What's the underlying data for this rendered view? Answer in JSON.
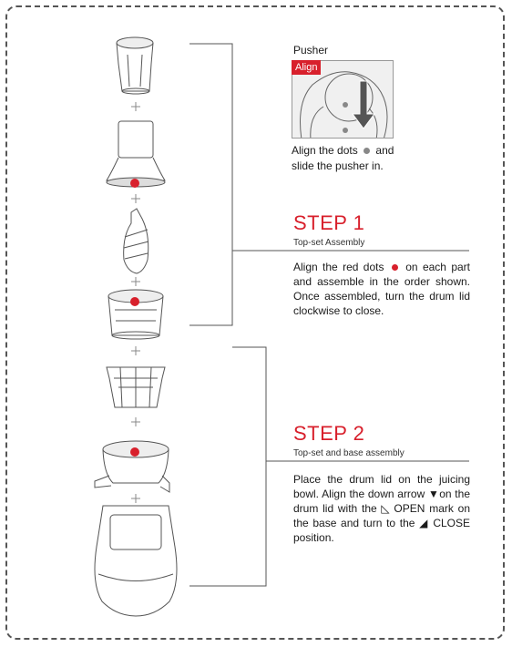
{
  "pusher": {
    "label": "Pusher",
    "align_tag": "Align",
    "caption_part1": "Align the dots",
    "caption_part2": "and slide the pusher in."
  },
  "step1": {
    "title": "STEP 1",
    "subtitle": "Top-set Assembly",
    "body_part1": "Align the red dots",
    "body_part2": "on each part and assemble in the order shown. Once assembled, turn the drum lid clockwise to close."
  },
  "step2": {
    "title": "STEP 2",
    "subtitle": "Top-set and base assembly",
    "body": "Place the drum lid on the juicing bowl. Align the down arrow ▼on the drum lid with the ◺ OPEN mark on the base and turn to the ◢ CLOSE position."
  },
  "plus_sign": "+",
  "colors": {
    "accent": "#d8202c",
    "line": "#555555"
  },
  "icons": [
    "hopper-icon",
    "drum-lid-icon",
    "auger-icon",
    "juicing-drum-icon",
    "brush-holder-icon",
    "juicing-bowl-icon",
    "base-icon"
  ]
}
